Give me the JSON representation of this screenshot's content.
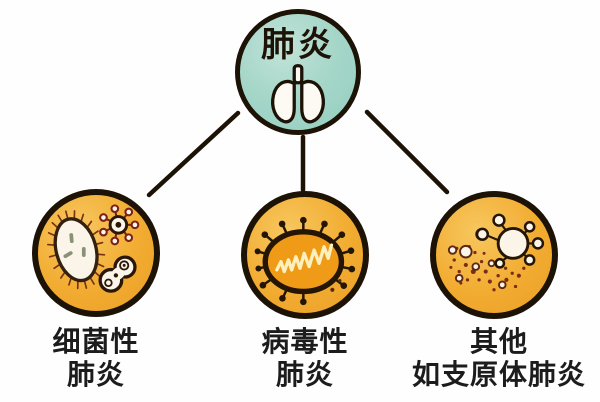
{
  "diagram": {
    "root": {
      "label": "肺炎",
      "icon": "lungs-icon",
      "fill_color": "#9fd4c6"
    },
    "children": [
      {
        "id": "bacterial",
        "label_line1": "细菌性",
        "label_line2": "肺炎",
        "icon": "bacteria-icon"
      },
      {
        "id": "viral",
        "label_line1": "病毒性",
        "label_line2": "肺炎",
        "icon": "virus-icon"
      },
      {
        "id": "other",
        "label_line1": "其他",
        "label_line2": "如支原体肺炎",
        "icon": "mycoplasma-dots-icon"
      }
    ],
    "colors": {
      "root_fill": "#9fd4c6",
      "child_fill": "#f2ac31",
      "outline": "#1d1206",
      "text": "#1c1c1c",
      "accent_dark_red": "#7e2b18",
      "virus_body_fill": "#ef9b17",
      "squiggle": "#fcf0bc",
      "organism_fill": "#faf5e8"
    }
  }
}
